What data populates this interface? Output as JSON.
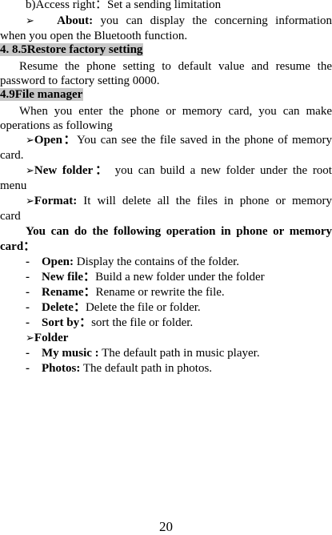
{
  "glyphs": {
    "arrow": "➢",
    "dash": "-"
  },
  "lines": {
    "access_right": "b)Access right：Set a sending limitation"
  },
  "about": {
    "label": "About:",
    "text_1": "you can display the concerning information",
    "text_2": "when you open the Bluetooth function."
  },
  "headings": {
    "restore": "4. 8.5Restore factory setting",
    "file_manager": "4.9File manager"
  },
  "restore": {
    "text_1": "Resume the phone setting to default value and resume the",
    "text_2": "password to factory setting 0000."
  },
  "file_manager": {
    "text_1": "When you enter the phone or memory card, you can make",
    "text_2": "operations as following"
  },
  "open": {
    "label": "Open：",
    "text_1": "You can see the file saved in the phone of memory",
    "text_2": "card."
  },
  "new_folder": {
    "label": "New folder：",
    "text_1": "you can build a new folder under the root",
    "text_2": "menu"
  },
  "format": {
    "label": "Format:",
    "text_1": "It will delete all the files in phone or memory",
    "text_2": "card"
  },
  "operations": {
    "intro_1": "You can do the following operation in phone or memory",
    "intro_2": "card：",
    "items": [
      {
        "label": "Open:",
        "text": "Display the contains of the folder."
      },
      {
        "label": "New file：",
        "text": "Build a new folder under the folder"
      },
      {
        "label": "Rename：",
        "text": "Rename or rewrite the file."
      },
      {
        "label": "Delete：",
        "text": "Delete the file or folder."
      },
      {
        "label": "Sort by：",
        "text": "sort the file or folder."
      }
    ]
  },
  "folder": {
    "label": "Folder",
    "items": [
      {
        "label": "My music :",
        "text": "The default path in music player."
      },
      {
        "label": "Photos:",
        "text": "The default path in photos."
      }
    ]
  },
  "page_number": "20"
}
